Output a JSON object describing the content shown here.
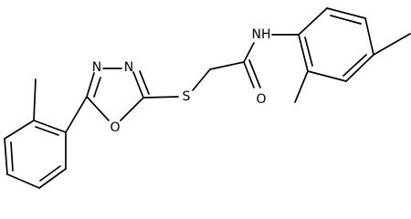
{
  "molecule": {
    "atoms": {
      "nh": "NH",
      "o_carbonyl": "O",
      "s": "S",
      "n1": "N",
      "n2": "N",
      "o_ring": "O"
    }
  }
}
